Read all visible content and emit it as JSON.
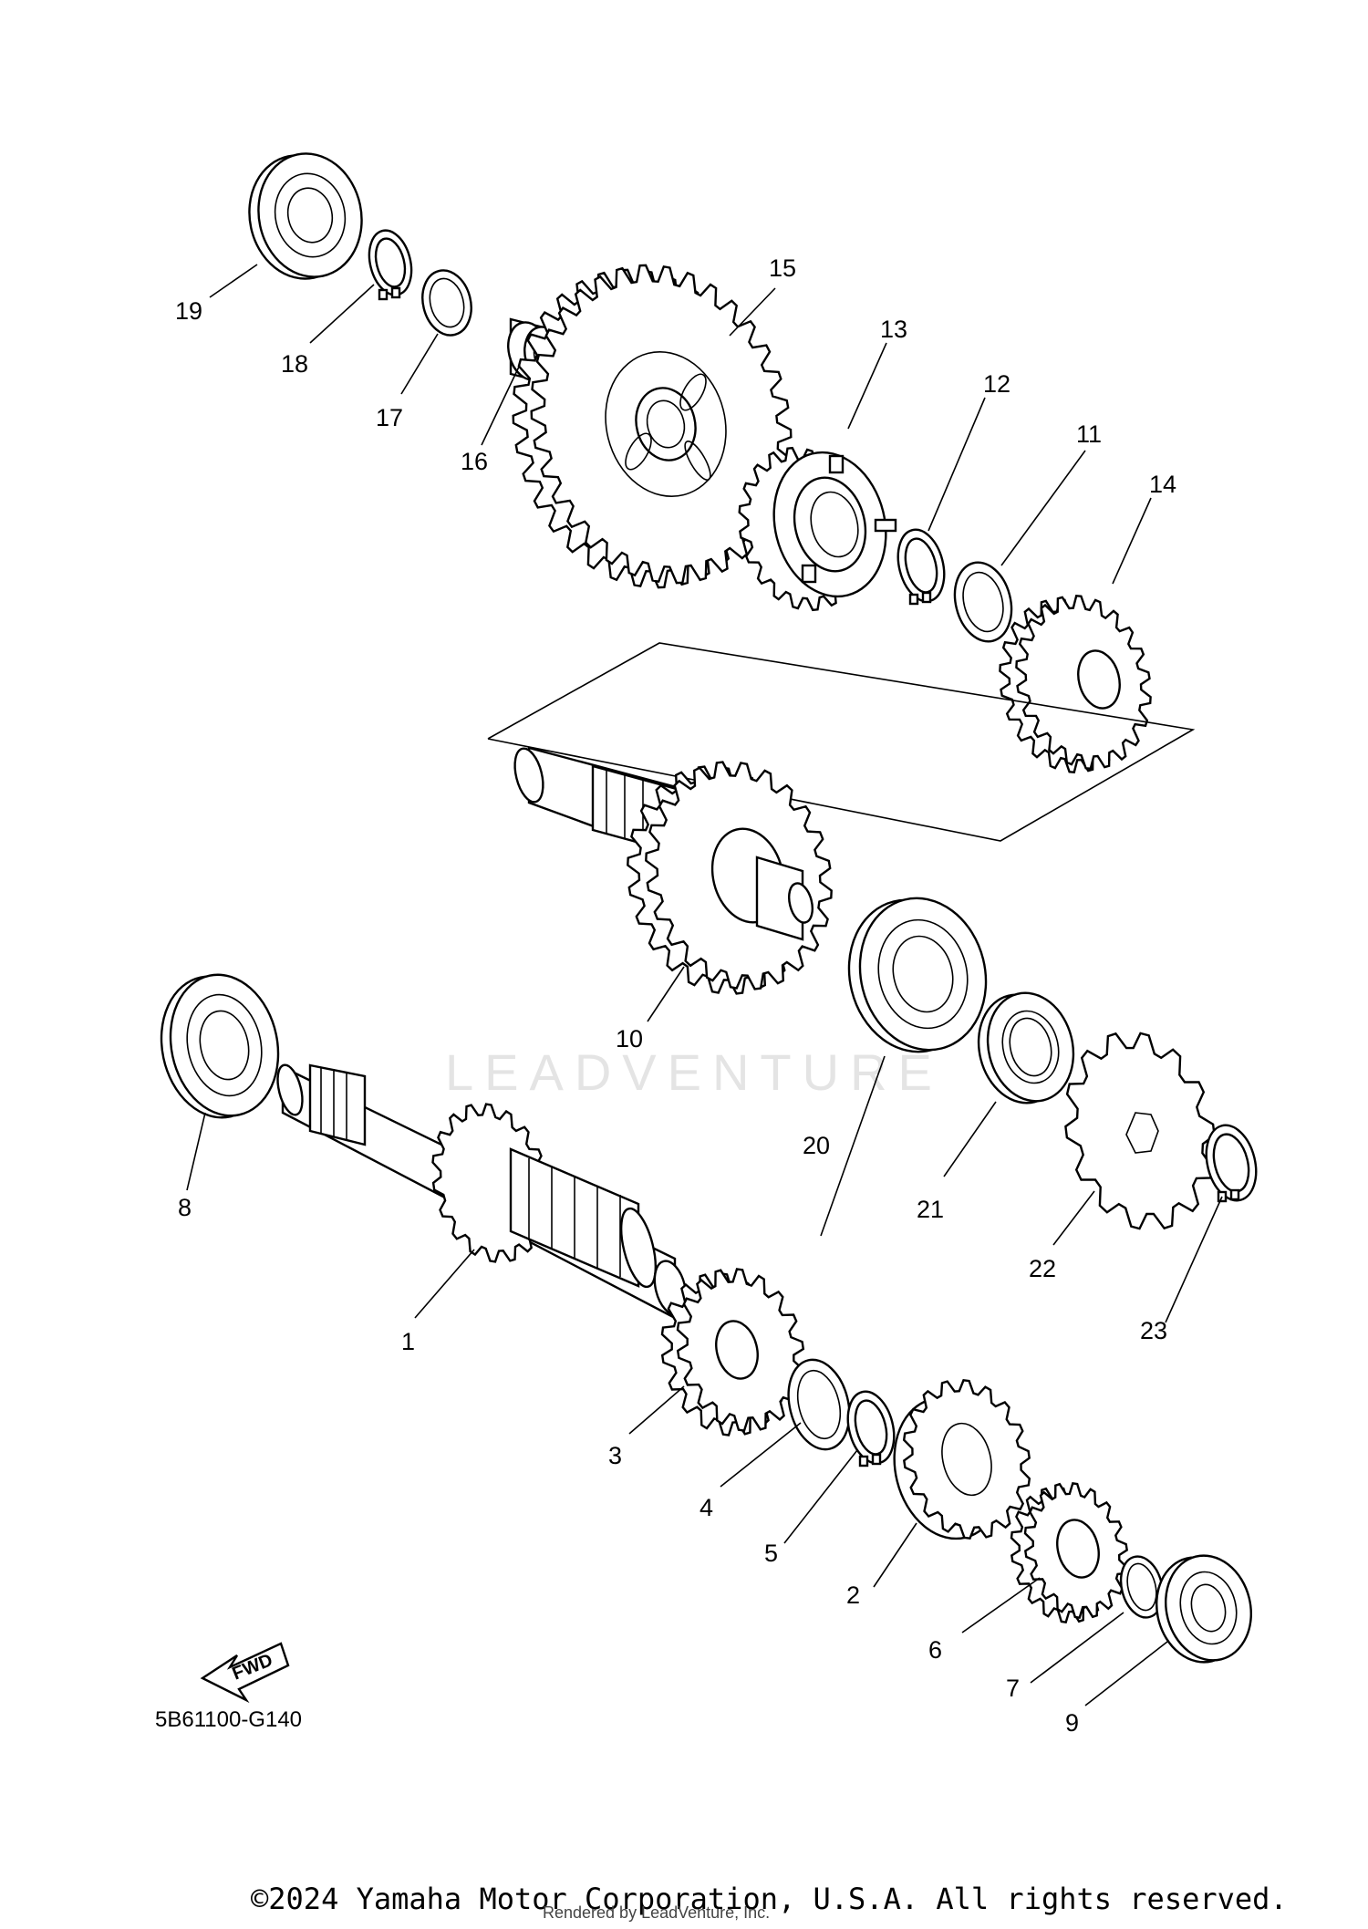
{
  "diagram_code": "5B61100-G140",
  "fwd_label": "FWD",
  "watermark": "LEADVENTURE",
  "copyright": "©2024 Yamaha Motor Corporation, U.S.A. All rights reserved.",
  "rendered_by": "Rendered by LeadVenture, Inc.",
  "callouts": {
    "c1": "1",
    "c2": "2",
    "c3": "3",
    "c4": "4",
    "c5": "5",
    "c6": "6",
    "c7": "7",
    "c8": "8",
    "c9": "9",
    "c10": "10",
    "c11": "11",
    "c12": "12",
    "c13": "13",
    "c14": "14",
    "c15": "15",
    "c16": "16",
    "c17": "17",
    "c18": "18",
    "c19": "19",
    "c20": "20",
    "c21": "21",
    "c22": "22",
    "c23": "23"
  }
}
